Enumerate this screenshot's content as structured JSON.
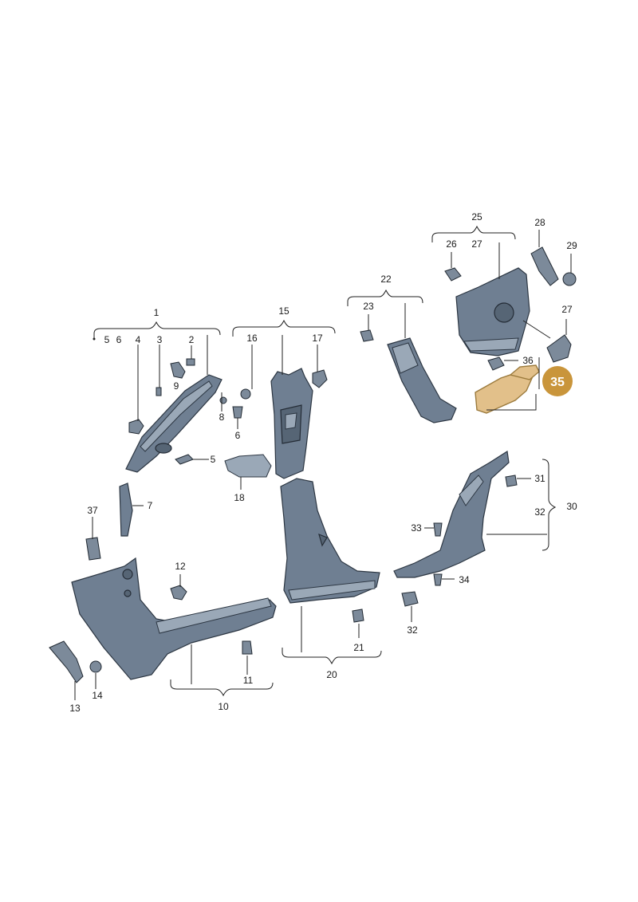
{
  "colors": {
    "part_fill": "#6f7f92",
    "part_stroke": "#2c3642",
    "highlight_fill": "#e2c08a",
    "callout_fill": "#c9953b",
    "callout_text": "#ffffff"
  },
  "highlight": {
    "label": "35"
  },
  "labels": [
    {
      "id": "1",
      "text": "1"
    },
    {
      "id": "5a",
      "text": "5"
    },
    {
      "id": "6a",
      "text": "6"
    },
    {
      "id": "4",
      "text": "4"
    },
    {
      "id": "3",
      "text": "3"
    },
    {
      "id": "2",
      "text": "2"
    },
    {
      "id": "9",
      "text": "9"
    },
    {
      "id": "8",
      "text": "8"
    },
    {
      "id": "6b",
      "text": "6"
    },
    {
      "id": "5b",
      "text": "5"
    },
    {
      "id": "15",
      "text": "15"
    },
    {
      "id": "16",
      "text": "16"
    },
    {
      "id": "17",
      "text": "17"
    },
    {
      "id": "18",
      "text": "18"
    },
    {
      "id": "22",
      "text": "22"
    },
    {
      "id": "23",
      "text": "23"
    },
    {
      "id": "25",
      "text": "25"
    },
    {
      "id": "26",
      "text": "26"
    },
    {
      "id": "27a",
      "text": "27"
    },
    {
      "id": "28",
      "text": "28"
    },
    {
      "id": "29",
      "text": "29"
    },
    {
      "id": "27b",
      "text": "27"
    },
    {
      "id": "36",
      "text": "36"
    },
    {
      "id": "37",
      "text": "37"
    },
    {
      "id": "7",
      "text": "7"
    },
    {
      "id": "12",
      "text": "12"
    },
    {
      "id": "10",
      "text": "10"
    },
    {
      "id": "11",
      "text": "11"
    },
    {
      "id": "13",
      "text": "13"
    },
    {
      "id": "14",
      "text": "14"
    },
    {
      "id": "20",
      "text": "20"
    },
    {
      "id": "21",
      "text": "21"
    },
    {
      "id": "31",
      "text": "31"
    },
    {
      "id": "32a",
      "text": "32"
    },
    {
      "id": "30",
      "text": "30"
    },
    {
      "id": "33",
      "text": "33"
    },
    {
      "id": "34",
      "text": "34"
    },
    {
      "id": "32b",
      "text": "32"
    }
  ]
}
